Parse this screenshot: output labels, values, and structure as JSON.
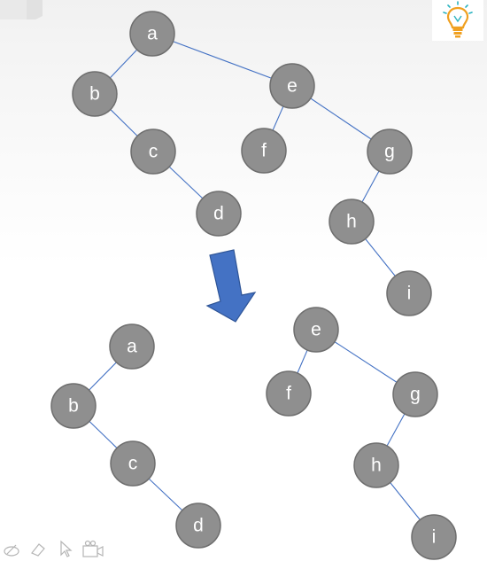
{
  "diagram": {
    "before": {
      "nodes": [
        {
          "id": "a",
          "label": "a"
        },
        {
          "id": "b",
          "label": "b"
        },
        {
          "id": "c",
          "label": "c"
        },
        {
          "id": "d",
          "label": "d"
        },
        {
          "id": "e",
          "label": "e"
        },
        {
          "id": "f",
          "label": "f"
        },
        {
          "id": "g",
          "label": "g"
        },
        {
          "id": "h",
          "label": "h"
        },
        {
          "id": "i",
          "label": "i"
        }
      ],
      "edges": [
        [
          "a",
          "b"
        ],
        [
          "b",
          "c"
        ],
        [
          "c",
          "d"
        ],
        [
          "a",
          "e"
        ],
        [
          "e",
          "f"
        ],
        [
          "e",
          "g"
        ],
        [
          "g",
          "h"
        ],
        [
          "h",
          "i"
        ]
      ]
    },
    "after_left": {
      "nodes": [
        {
          "id": "a",
          "label": "a"
        },
        {
          "id": "b",
          "label": "b"
        },
        {
          "id": "c",
          "label": "c"
        },
        {
          "id": "d",
          "label": "d"
        }
      ],
      "edges": [
        [
          "a",
          "b"
        ],
        [
          "b",
          "c"
        ],
        [
          "c",
          "d"
        ]
      ]
    },
    "after_right": {
      "nodes": [
        {
          "id": "e",
          "label": "e"
        },
        {
          "id": "f",
          "label": "f"
        },
        {
          "id": "g",
          "label": "g"
        },
        {
          "id": "h",
          "label": "h"
        },
        {
          "id": "i",
          "label": "i"
        }
      ],
      "edges": [
        [
          "e",
          "f"
        ],
        [
          "e",
          "g"
        ],
        [
          "g",
          "h"
        ],
        [
          "h",
          "i"
        ]
      ]
    }
  },
  "colors": {
    "node_fill": "#8f8f8f",
    "node_stroke": "#6e6e6e",
    "edge": "#4472c4",
    "arrow": "#4472c4"
  },
  "icons": {
    "logo": "lightbulb-icon",
    "toolbar": [
      "pen-icon",
      "eraser-icon",
      "pointer-icon",
      "camera-icon"
    ]
  }
}
